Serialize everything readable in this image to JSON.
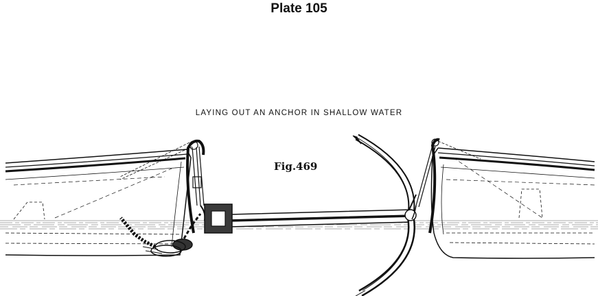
{
  "plate": {
    "title": "Plate 105"
  },
  "figure": {
    "caption": "LAYING OUT AN ANCHOR IN SHALLOW WATER",
    "label": "Fig.469"
  }
}
